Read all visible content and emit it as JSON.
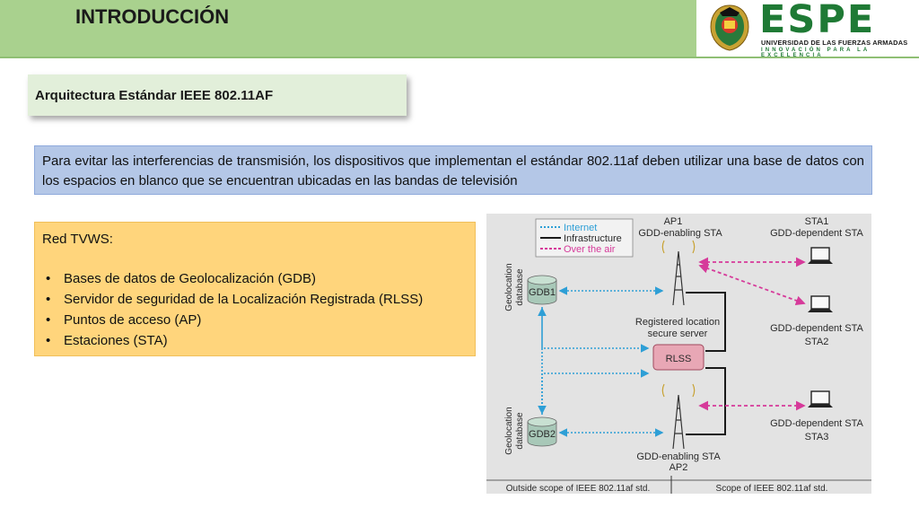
{
  "header": {
    "title": "INTRODUCCIÓN",
    "logo": {
      "name": "ESPE",
      "university": "UNIVERSIDAD DE LAS FUERZAS ARMADAS",
      "motto": "INNOVACIÓN PARA LA EXCELENCIA"
    }
  },
  "subtitle": "Arquitectura Estándar IEEE 802.11AF",
  "info_text": "Para evitar las interferencias de transmisión, los dispositivos que implementan el estándar 802.11af deben utilizar una base de datos con los espacios en blanco que se encuentran ubicadas en las bandas de televisión",
  "list": {
    "heading": "Red TVWS:",
    "items": [
      "Bases de datos de Geolocalización (GDB)",
      "Servidor de seguridad de la Localización Registrada (RLSS)",
      "Puntos de acceso (AP)",
      "Estaciones (STA)"
    ]
  },
  "diagram": {
    "legend": {
      "internet": "Internet",
      "infrastructure": "Infrastructure",
      "over_the_air": "Over the air"
    },
    "ap1": {
      "name": "AP1",
      "label": "GDD-enabling STA"
    },
    "ap2": {
      "name": "AP2",
      "label": "GDD-enabling STA"
    },
    "sta1": {
      "name": "STA1",
      "label": "GDD-dependent STA"
    },
    "sta2": {
      "name": "STA2",
      "label": "GDD-dependent STA"
    },
    "sta3": {
      "name": "STA3",
      "label": "GDD-dependent STA"
    },
    "gdb1": "GDB1",
    "gdb2": "GDB2",
    "geo_db_label_1": "Geolocation",
    "geo_db_label_2": "database",
    "rlss": "RLSS",
    "rlss_label_1": "Registered location",
    "rlss_label_2": "secure server",
    "scope_outside": "Outside scope of IEEE 802.11af std.",
    "scope_inside": "Scope of IEEE 802.11af std."
  },
  "colors": {
    "internet": "#2e9fd6",
    "infrastructure": "#1a1a1a",
    "over_the_air": "#d63a9a",
    "header_bg": "#a9d18e",
    "brand_green": "#1f7a35"
  }
}
